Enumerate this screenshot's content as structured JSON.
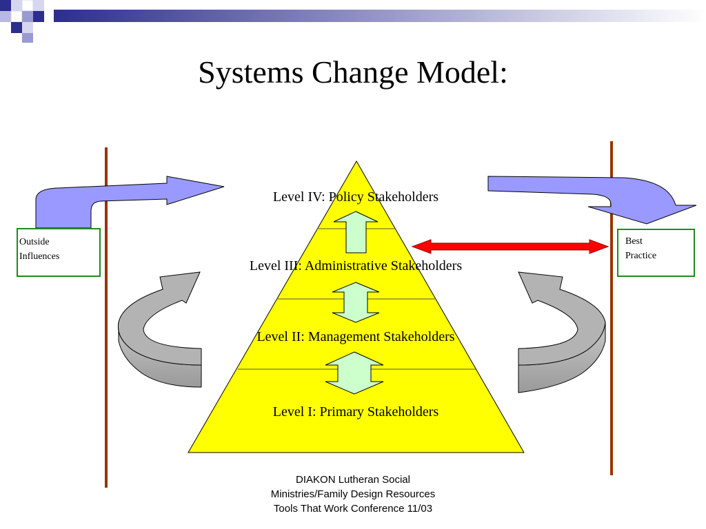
{
  "slide": {
    "title": "Systems Change Model:",
    "left_box": {
      "line1": "Outside",
      "line2": "Influences"
    },
    "right_box": {
      "line1": "Best",
      "line2": "Practice"
    },
    "levels": [
      "Level IV: Policy Stakeholders",
      "Level III: Administrative Stakeholders",
      "Level II: Management Stakeholders",
      "Level I: Primary Stakeholders"
    ],
    "credit": [
      "DIAKON Lutheran Social",
      "Ministries/Family Design Resources",
      "Tools That Work Conference 11/03"
    ]
  },
  "colors": {
    "pyramid_fill": "#ffff00",
    "blue_arrow": "#9999ff",
    "gray_arrow": "#b3b3b3",
    "red_arrow": "#ff0000",
    "green_arrow": "#ccffcc",
    "pole": "#993300",
    "box_border": "#1e8a1e",
    "corner_navy": "#2d2d8f"
  }
}
